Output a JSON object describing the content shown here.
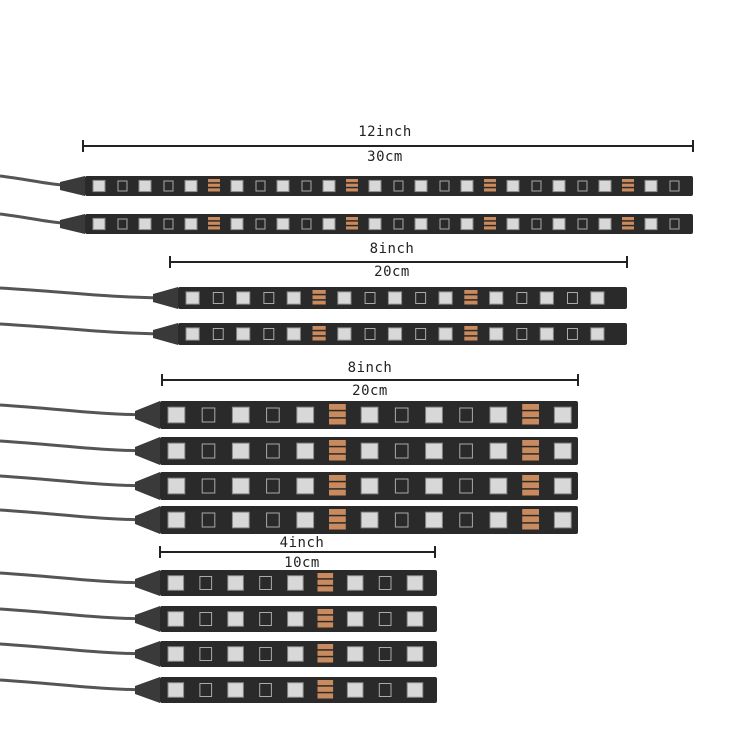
{
  "groups": [
    {
      "inch": "12inch",
      "cm": "30cm",
      "strip_count": 2
    },
    {
      "inch": "8inch",
      "cm": "20cm",
      "strip_count": 2
    },
    {
      "inch": "8inch",
      "cm": "20cm",
      "strip_count": 4
    },
    {
      "inch": "4inch",
      "cm": "10cm",
      "strip_count": 4
    }
  ],
  "colors": {
    "strip": "#2a2a2a",
    "led": "#d8d8d8",
    "resistor": "#c98a5e",
    "cable": "#555555",
    "dimension_line": "#222222"
  }
}
